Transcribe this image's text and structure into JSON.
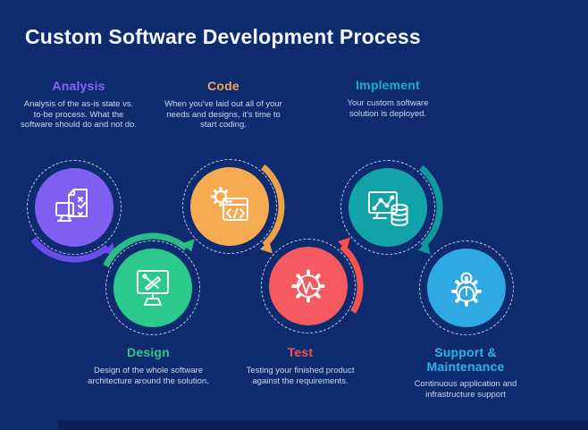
{
  "title": "Custom Software Development Process",
  "background_color": "#0e2b6f",
  "stages": [
    {
      "label": "Analysis",
      "description": "Analysis of the as-is state vs. to-be process. What the software should do and not do.",
      "accent": "#8a63f9",
      "circle_color": "#7e5ff2",
      "icon": "monitor-checklist-icon"
    },
    {
      "label": "Design",
      "description": "Design of the whole software architecture around the solution.",
      "accent": "#2bc98b",
      "circle_color": "#2cc98d",
      "icon": "monitor-design-tools-icon"
    },
    {
      "label": "Code",
      "description": "When you've laid out all of your needs and designs, it's time to start coding.",
      "accent": "#f2a84f",
      "circle_color": "#f7ab51",
      "icon": "code-window-gear-icon"
    },
    {
      "label": "Test",
      "description": "Testing your finished product against the requirements.",
      "accent": "#f4534f",
      "circle_color": "#f45a5f",
      "icon": "gear-pulse-icon"
    },
    {
      "label": "Implement",
      "description": "Your custom software solution is deployed.",
      "accent": "#18b2c3",
      "circle_color": "#12a3a9",
      "icon": "monitor-database-icon"
    },
    {
      "label": "Support & Maintenance",
      "description": "Continuous application and infrastructure support",
      "accent": "#30b4e8",
      "circle_color": "#2fa9e1",
      "icon": "user-gear-icon"
    }
  ]
}
